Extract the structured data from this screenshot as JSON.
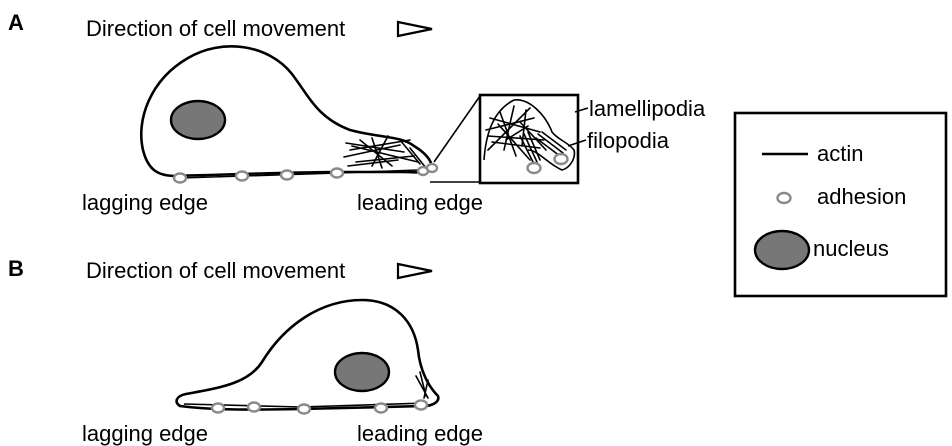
{
  "panelA": {
    "letter": "A",
    "direction_label": "Direction of cell movement",
    "lagging_label": "lagging edge",
    "leading_label": "leading edge",
    "inset": {
      "lamellipodia_label": "lamellipodia",
      "filopodia_label": "filopodia"
    }
  },
  "panelB": {
    "letter": "B",
    "direction_label": "Direction of cell movement",
    "lagging_label": "lagging edge",
    "leading_label": "leading edge"
  },
  "legend": {
    "items": [
      {
        "label": "actin",
        "icon": "actin-line-icon"
      },
      {
        "label": "adhesion",
        "icon": "adhesion-circle-icon"
      },
      {
        "label": "nucleus",
        "icon": "nucleus-ellipse-icon"
      }
    ]
  },
  "colors": {
    "nucleus_fill": "#777777",
    "adhesion_stroke": "#8a8a8a",
    "outline": "#000000"
  }
}
